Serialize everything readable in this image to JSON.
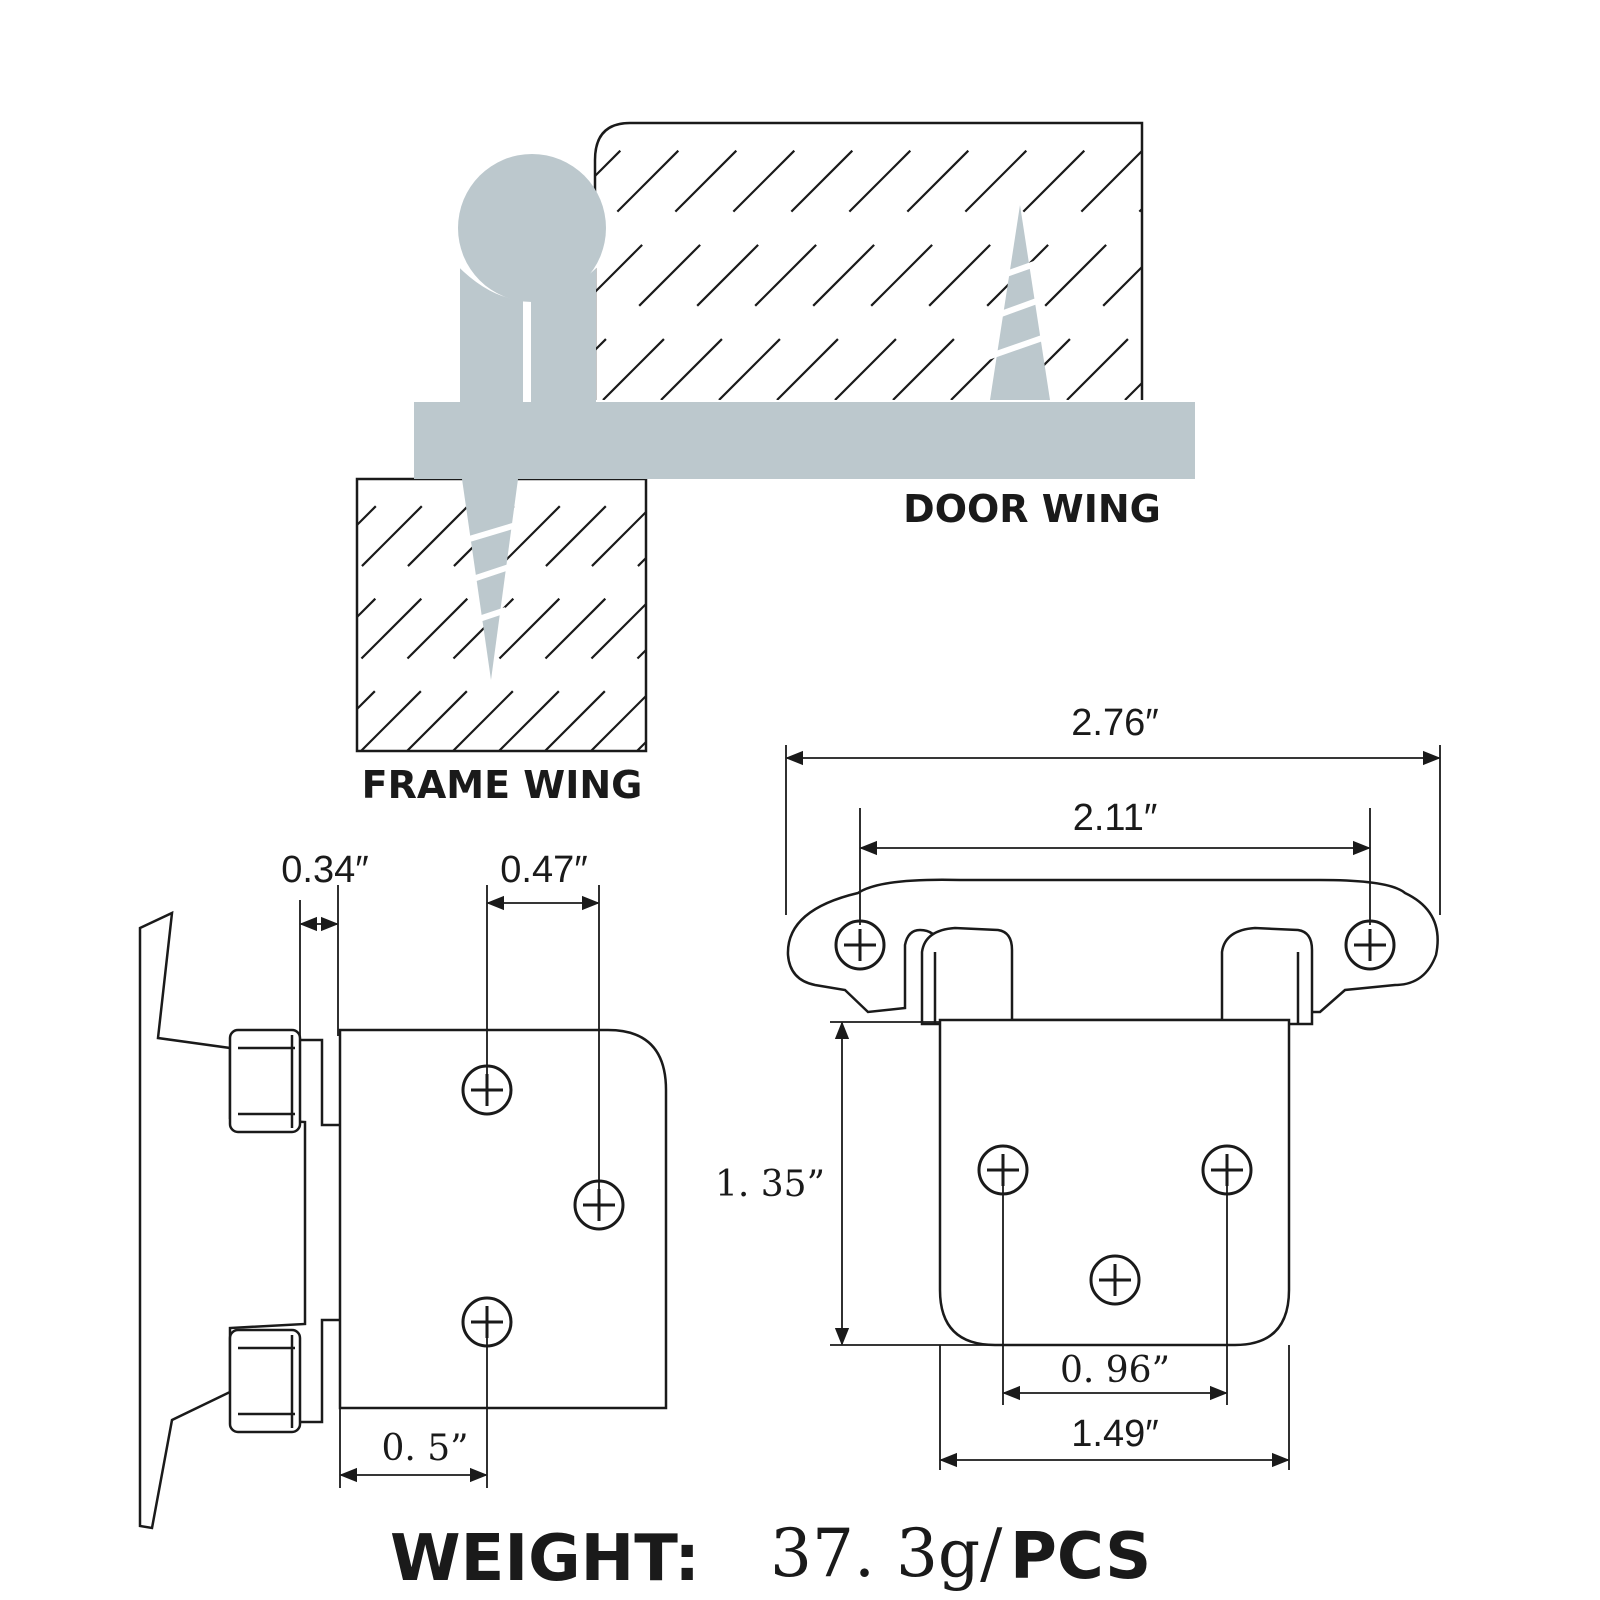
{
  "labels": {
    "door_wing": "DOOR WING",
    "frame_wing": "FRAME WING"
  },
  "dimensions": {
    "d_2_76": "2.76″",
    "d_2_11": "2.11″",
    "d_0_34": "0.34″",
    "d_0_47": "0.47″",
    "d_1_35": "1. 35”",
    "d_0_96": "0. 96”",
    "d_1_49": "1.49″",
    "d_0_5": "0. 5”"
  },
  "weight": {
    "label": "WEIGHT:",
    "value": "37. 3g/",
    "unit": "PCS"
  },
  "colors": {
    "steel": "#bcc8cd",
    "line": "#1a1a1a"
  }
}
